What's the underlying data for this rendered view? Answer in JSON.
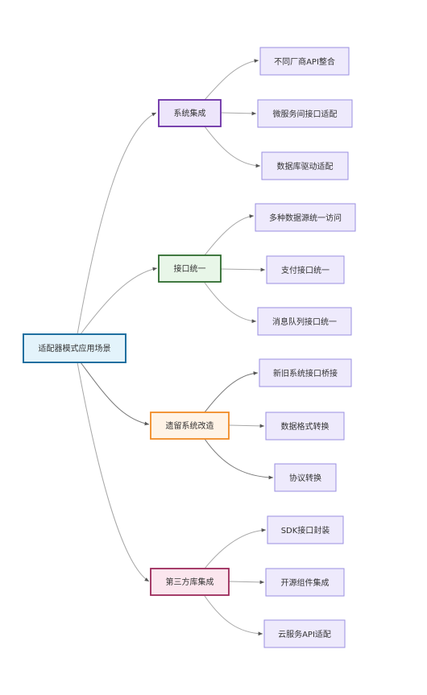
{
  "root": {
    "label": "适配器模式应用场景",
    "fill": "#e3f3fb",
    "stroke": "#1f6fa0"
  },
  "branches": [
    {
      "label": "系统集成",
      "fill": "#ede5fb",
      "stroke": "#6b2fa6",
      "leaves": [
        "不同厂商API整合",
        "微服务间接口适配",
        "数据库驱动适配"
      ]
    },
    {
      "label": "接口统一",
      "fill": "#e8f6e8",
      "stroke": "#2e6b2e",
      "leaves": [
        "多种数据源统一访问",
        "支付接口统一",
        "消息队列接口统一"
      ]
    },
    {
      "label": "遗留系统改造",
      "fill": "#fff3e6",
      "stroke": "#f08a24",
      "leaves": [
        "新旧系统接口桥接",
        "数据格式转换",
        "协议转换"
      ]
    },
    {
      "label": "第三方库集成",
      "fill": "#fbe6ee",
      "stroke": "#9c2a5a",
      "leaves": [
        "SDK接口封装",
        "开源组件集成",
        "云服务API适配"
      ]
    }
  ],
  "colors": {
    "leaf_fill": "#eeeafc",
    "leaf_stroke": "#9a8fe0",
    "edge": "#a8a8a8",
    "edge_dark": "#777777"
  }
}
